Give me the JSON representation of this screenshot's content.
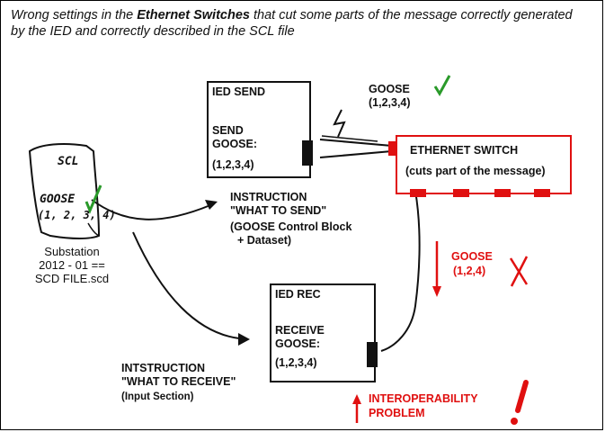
{
  "title": {
    "part1": "Wrong settings in the ",
    "emph": "Ethernet Switches",
    "part2": " that cut some parts of the message correctly generated by the IED and correctly described in the SCL file"
  },
  "scl_file": {
    "header": "SCL",
    "goose": "GOOSE",
    "datasets": "(1, 2, 3, 4)",
    "caption_line1": "Substation",
    "caption_line2": "2012 - 01 ==",
    "caption_line3": "SCD FILE.scd"
  },
  "ied_send": {
    "title": "IED SEND",
    "send_label": "SEND",
    "goose_label": "GOOSE:",
    "datasets": "(1,2,3,4)"
  },
  "goose_top": {
    "label": "GOOSE",
    "datasets": "(1,2,3,4)"
  },
  "switch": {
    "title": "ETHERNET SWITCH",
    "subtitle": "(cuts part of the message)"
  },
  "instruction_send": {
    "line1": "INSTRUCTION",
    "line2": "\"WHAT TO SEND\"",
    "line3": "(GOOSE Control Block",
    "line4": "+ Dataset)"
  },
  "goose_red": {
    "label": "GOOSE",
    "datasets": "(1,2,4)"
  },
  "ied_rec": {
    "title": "IED REC",
    "receive_label": "RECEIVE",
    "goose_label": "GOOSE:",
    "datasets": "(1,2,3,4)"
  },
  "instruction_receive": {
    "line1": "INTSTRUCTION",
    "line2": "\"WHAT TO RECEIVE\"",
    "line3": "(Input Section)"
  },
  "problem": {
    "line1": "INTEROPERABILITY",
    "line2": "PROBLEM",
    "mark": "!"
  },
  "colors": {
    "red": "#e01010",
    "green": "#2a9a2a",
    "black": "#111111"
  },
  "icons": [
    "check-icon",
    "cross-icon",
    "lightning-icon",
    "exclamation-icon"
  ]
}
